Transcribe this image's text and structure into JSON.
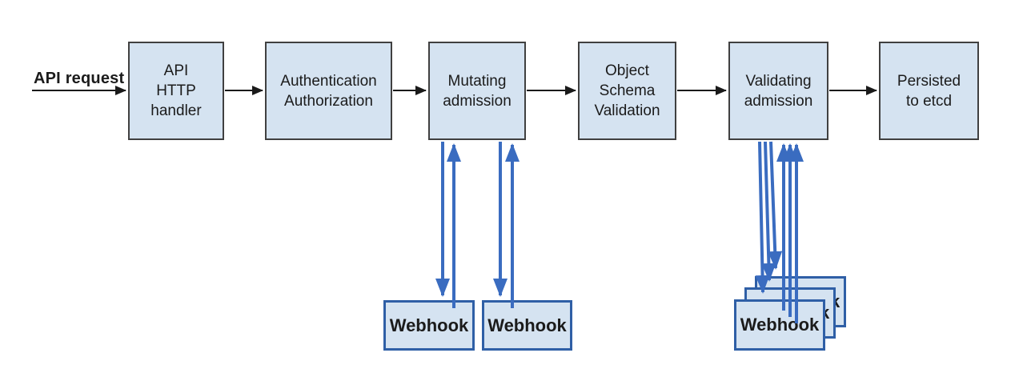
{
  "diagram": {
    "input_label": "API request",
    "stages": [
      {
        "id": "api-http-handler",
        "label": "API\nHTTP\nhandler"
      },
      {
        "id": "authn-authz",
        "label": "Authentication\nAuthorization"
      },
      {
        "id": "mutating-admission",
        "label": "Mutating\nadmission"
      },
      {
        "id": "object-schema-validation",
        "label": "Object\nSchema\nValidation"
      },
      {
        "id": "validating-admission",
        "label": "Validating\nadmission"
      },
      {
        "id": "persisted-to-etcd",
        "label": "Persisted\nto etcd"
      }
    ],
    "webhooks": {
      "mutating": [
        "Webhook",
        "Webhook"
      ],
      "validating": [
        "Webhook",
        "Webhook",
        "Webhook"
      ]
    },
    "colors": {
      "box_fill": "#d5e3f1",
      "box_border": "#404040",
      "webhook_border": "#2f5fa6",
      "arrow_black": "#1a1a1a",
      "arrow_blue": "#3a6cc0",
      "text_color": "#1b1b1b"
    }
  }
}
